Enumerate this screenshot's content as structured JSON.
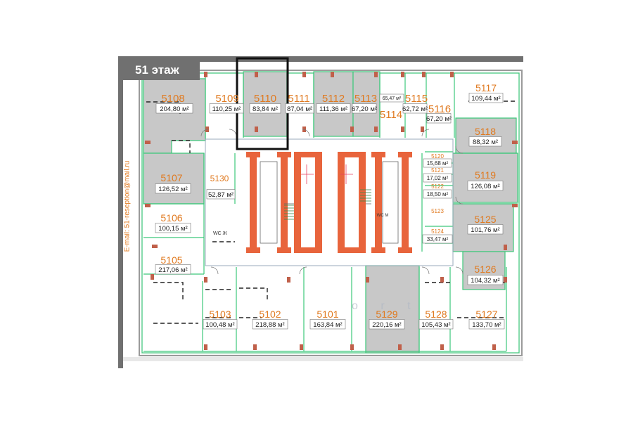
{
  "floor_label": "51 этаж",
  "email_text": "E-mail: 51-reseption@mail.ru",
  "watermark": "o r t",
  "colors": {
    "frame": "#707070",
    "room_border": "#3cc87a",
    "rented_fill": "#c8c8c8",
    "core_orange": "#e8643c",
    "unit_number": "#e07a20",
    "highlight_box": "#111111"
  },
  "units": [
    {
      "number": "5108",
      "area": "204,80 м²",
      "rented": true
    },
    {
      "number": "5109",
      "area": "110,25 м²",
      "rented": false
    },
    {
      "number": "5110",
      "area": "83,84 м²",
      "rented": true,
      "highlighted": true
    },
    {
      "number": "5111",
      "area": "87,04 м²",
      "rented": false
    },
    {
      "number": "5112",
      "area": "111,36 м²",
      "rented": true
    },
    {
      "number": "5113",
      "area": "67,20 м²",
      "rented": true
    },
    {
      "number": "5114",
      "area": "65,47 м²",
      "rented": false
    },
    {
      "number": "5115",
      "area": "62,72 м²",
      "rented": false
    },
    {
      "number": "5116",
      "area": "67,20 м²",
      "rented": false
    },
    {
      "number": "5117",
      "area": "109,44 м²",
      "rented": false
    },
    {
      "number": "5118",
      "area": "88,32 м²",
      "rented": true
    },
    {
      "number": "5119",
      "area": "126,08 м²",
      "rented": true
    },
    {
      "number": "5120",
      "area": "15,68 м²",
      "rented": false
    },
    {
      "number": "5121",
      "area": "17,02 м²",
      "rented": false
    },
    {
      "number": "5122",
      "area": "18,50 м²",
      "rented": false
    },
    {
      "number": "5123",
      "area": "",
      "rented": false
    },
    {
      "number": "5124",
      "area": "33,47 м²",
      "rented": false
    },
    {
      "number": "5125",
      "area": "101,76 м²",
      "rented": true
    },
    {
      "number": "5126",
      "area": "104,32 м²",
      "rented": true
    },
    {
      "number": "5127",
      "area": "133,70 м²",
      "rented": false
    },
    {
      "number": "5128",
      "area": "105,43 м²",
      "rented": false
    },
    {
      "number": "5129",
      "area": "220,16 м²",
      "rented": true
    },
    {
      "number": "5101",
      "area": "163,84 м²",
      "rented": false
    },
    {
      "number": "5102",
      "area": "218,88 м²",
      "rented": false
    },
    {
      "number": "5103",
      "area": "100,48 м²",
      "rented": false
    },
    {
      "number": "5105",
      "area": "217,06 м²",
      "rented": false
    },
    {
      "number": "5106",
      "area": "100,15 м²",
      "rented": false
    },
    {
      "number": "5107",
      "area": "126,52 м²",
      "rented": true
    },
    {
      "number": "5130",
      "area": "52,87 м²",
      "rented": false
    }
  ],
  "wc_labels": [
    "WC Ж",
    "WC М"
  ]
}
